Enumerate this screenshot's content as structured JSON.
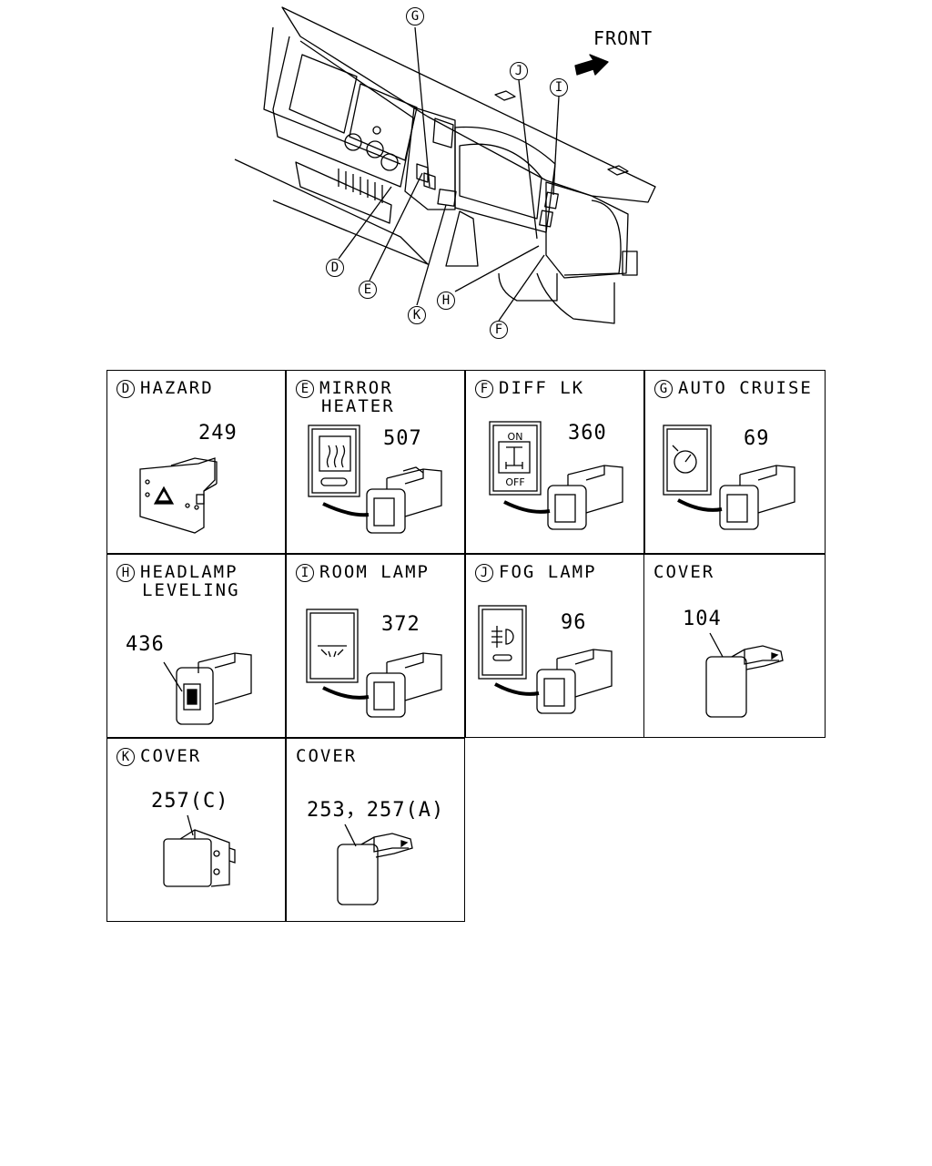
{
  "overview": {
    "front_label": "FRONT",
    "callouts": {
      "G": "G",
      "J": "J",
      "I": "I",
      "D": "D",
      "E": "E",
      "K": "K",
      "H": "H",
      "F": "F"
    }
  },
  "cells": [
    {
      "letter": "D",
      "title": "HAZARD",
      "title2": "",
      "part": "249"
    },
    {
      "letter": "E",
      "title": "MIRROR",
      "title2": "HEATER",
      "part": "507"
    },
    {
      "letter": "F",
      "title": "DIFF LK",
      "title2": "",
      "part": "360",
      "label_on": "ON",
      "label_off": "OFF"
    },
    {
      "letter": "G",
      "title": "AUTO CRUISE",
      "title2": "",
      "part": "69"
    },
    {
      "letter": "H",
      "title": "HEADLAMP",
      "title2": "LEVELING",
      "part": "436"
    },
    {
      "letter": "I",
      "title": "ROOM LAMP",
      "title2": "",
      "part": "372"
    },
    {
      "letter": "J",
      "title": "FOG LAMP",
      "title2": "",
      "part": "96"
    },
    {
      "letter": "",
      "title": "COVER",
      "title2": "",
      "part": "104"
    },
    {
      "letter": "K",
      "title": "COVER",
      "title2": "",
      "part": "257(C)"
    },
    {
      "letter": "",
      "title": "COVER",
      "title2": "",
      "part": "253，257(A)"
    }
  ]
}
